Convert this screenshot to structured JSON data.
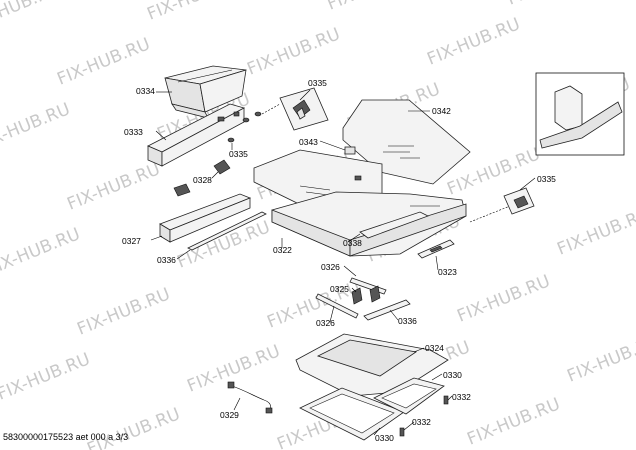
{
  "watermark": "FIX-HUB.RU",
  "footer": "58300000175523 aet 000 a 3/3",
  "parts": [
    {
      "id": "p0334",
      "text": "0334"
    },
    {
      "id": "p0333",
      "text": "0333"
    },
    {
      "id": "p0335a",
      "text": "0335"
    },
    {
      "id": "p0335b",
      "text": "0335"
    },
    {
      "id": "p0342",
      "text": "0342"
    },
    {
      "id": "p0343",
      "text": "0343"
    },
    {
      "id": "p0328",
      "text": "0328"
    },
    {
      "id": "p0327",
      "text": "0327"
    },
    {
      "id": "p0336a",
      "text": "0336"
    },
    {
      "id": "p0322",
      "text": "0322"
    },
    {
      "id": "p0338",
      "text": "0338"
    },
    {
      "id": "p0335c",
      "text": "0335"
    },
    {
      "id": "p0326a",
      "text": "0326"
    },
    {
      "id": "p0323",
      "text": "0323"
    },
    {
      "id": "p0325",
      "text": "0325"
    },
    {
      "id": "p0326b",
      "text": "0326"
    },
    {
      "id": "p0336b",
      "text": "0336"
    },
    {
      "id": "p0324",
      "text": "0324"
    },
    {
      "id": "p0330a",
      "text": "0330"
    },
    {
      "id": "p0329",
      "text": "0329"
    },
    {
      "id": "p0332a",
      "text": "0332"
    },
    {
      "id": "p0332b",
      "text": "0332"
    },
    {
      "id": "p0330b",
      "text": "0330"
    }
  ]
}
